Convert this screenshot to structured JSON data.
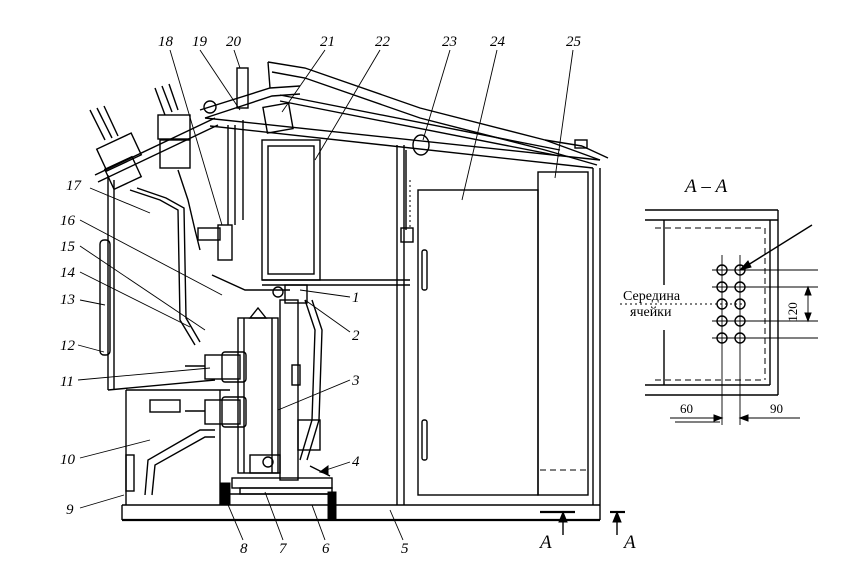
{
  "callouts": [
    "1",
    "2",
    "3",
    "4",
    "5",
    "6",
    "7",
    "8",
    "9",
    "10",
    "11",
    "12",
    "13",
    "14",
    "15",
    "16",
    "17",
    "18",
    "19",
    "20",
    "21",
    "22",
    "23",
    "24",
    "25"
  ],
  "section": {
    "title": "А – А",
    "arrow_label_left": "А",
    "arrow_label_right": "А",
    "center_label_line1": "Середина",
    "center_label_line2": "ячейки",
    "dim_vertical": "120",
    "dim_left": "60",
    "dim_right": "90"
  }
}
